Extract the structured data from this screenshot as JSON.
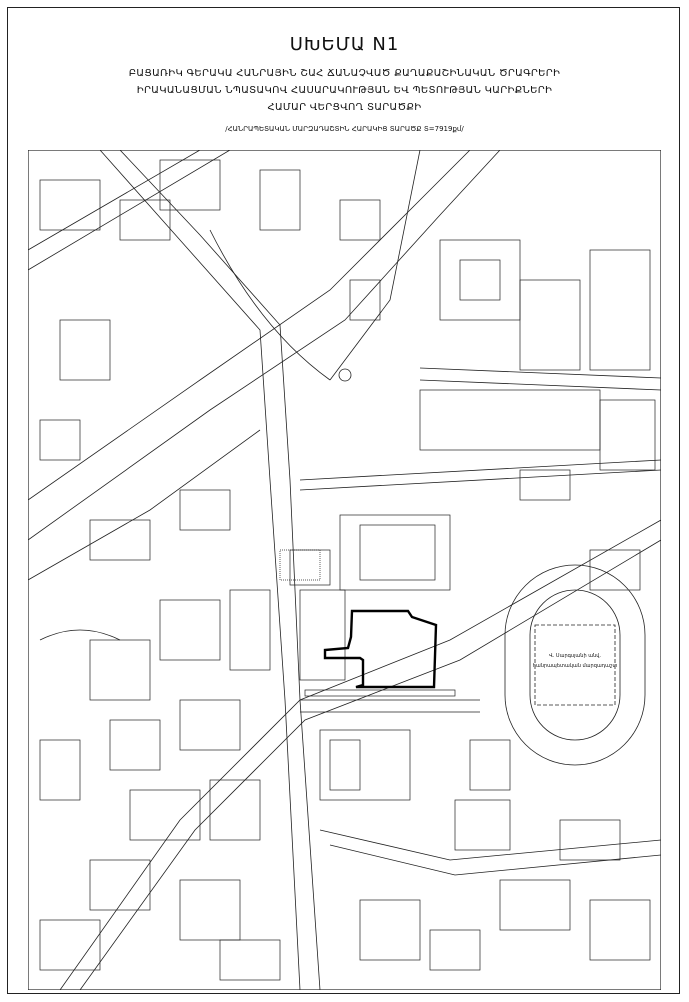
{
  "header": {
    "title": "ՍԽԵՄԱ N1",
    "subtitle_lines": [
      "ԲԱՑԱՌԻԿ ԳԵՐԱԿԱ ՀԱՆՐԱՅԻՆ ՇԱՀ ՃԱՆԱՉՎԱԾ ՔԱՂԱՔԱՇԻՆԱԿԱՆ ԾՐԱԳՐԵՐԻ",
      "ԻՐԱԿԱՆԱՑՄԱՆ ՆՊԱՏԱԿՈՎ ՀԱՍԱՐԱԿՈՒԹՅԱՆ ԵՎ ՊԵՏՈՒԹՅԱՆ ԿԱՐԻՔՆԵՐԻ",
      "ՀԱՄԱՐ ՎԵՐՑՎՈՂ ՏԱՐԱԾՔԻ"
    ],
    "note": "/ՀԱՆՐԱՊԵՏԱԿԱՆ ՄԱՐԶԱԴԱՇՏԻՆ ՀԱՐԱԿԻՑ ՏԱՐԱԾՔ Տ=7919քմ/"
  },
  "map": {
    "stadium_label_lines": [
      "Վ. Սարգսյանի անվ.",
      "հանրապետական մարզադաշտ"
    ]
  }
}
